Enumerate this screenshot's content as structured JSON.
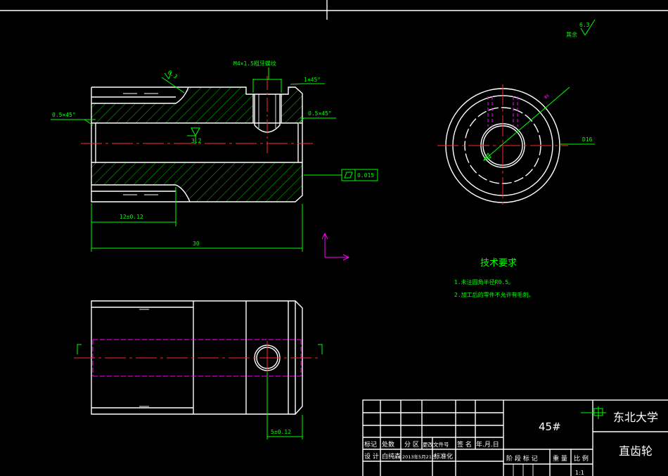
{
  "colors": {
    "background": "#000000",
    "outline": "#ffffff",
    "dimension": "#00ff00",
    "centerline": "#ff2a2a",
    "hidden": "#ff00ff"
  },
  "drawing": {
    "thread_note": "M4×1.5粗牙螺纹",
    "chamfer_top": "1×45°",
    "chamfer_left": "0.5×45°",
    "chamfer_right": "0.5×45°",
    "roughness_bore": "3.2",
    "roughness_top_left": "6.3",
    "flatness_value": "0.015",
    "dim_12": "12±0.12",
    "dim_30": "30",
    "dim_5": "5±0.12",
    "dim_d16": "D16",
    "dim_d6": "Φ6",
    "roughness_corner_label": "其余",
    "roughness_corner_value": "6.3"
  },
  "tech_requirements": {
    "title": "技术要求",
    "items": [
      "1.未注圆角半径R0.5。",
      "2.加工后的零件不允许有毛刺。"
    ]
  },
  "title_block": {
    "material": "45#",
    "university": "东北大学",
    "part_name": "直齿轮",
    "headers": [
      "标记",
      "处数",
      "分 区",
      "更改文件号",
      "签 名",
      "年.月.日"
    ],
    "design_row": [
      "设 计",
      "白纯森",
      "2013年5月21日",
      "标准化"
    ],
    "stage_labels": [
      "阶 段 标 记",
      "重 量",
      "比 例"
    ],
    "scale": "1:1"
  }
}
